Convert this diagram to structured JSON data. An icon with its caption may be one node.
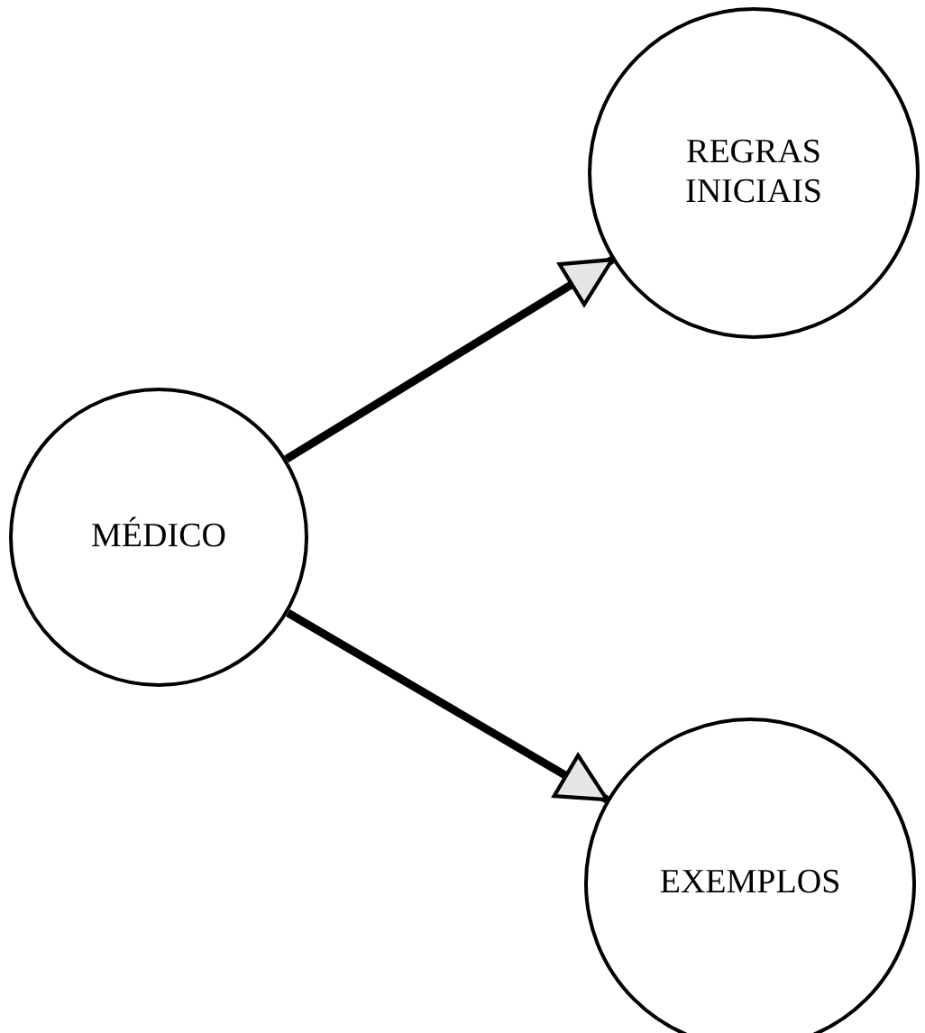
{
  "diagram": {
    "nodes": [
      {
        "text": [
          "MÉDICO"
        ]
      },
      {
        "text": [
          "REGRAS INICIAIS"
        ]
      },
      {
        "text": [
          "EXEMPLOS"
        ]
      }
    ],
    "edges": [
      {
        "from": 0,
        "to": 1,
        "arrow": "to"
      },
      {
        "from": 0,
        "to": 2,
        "arrow": "to"
      }
    ]
  }
}
